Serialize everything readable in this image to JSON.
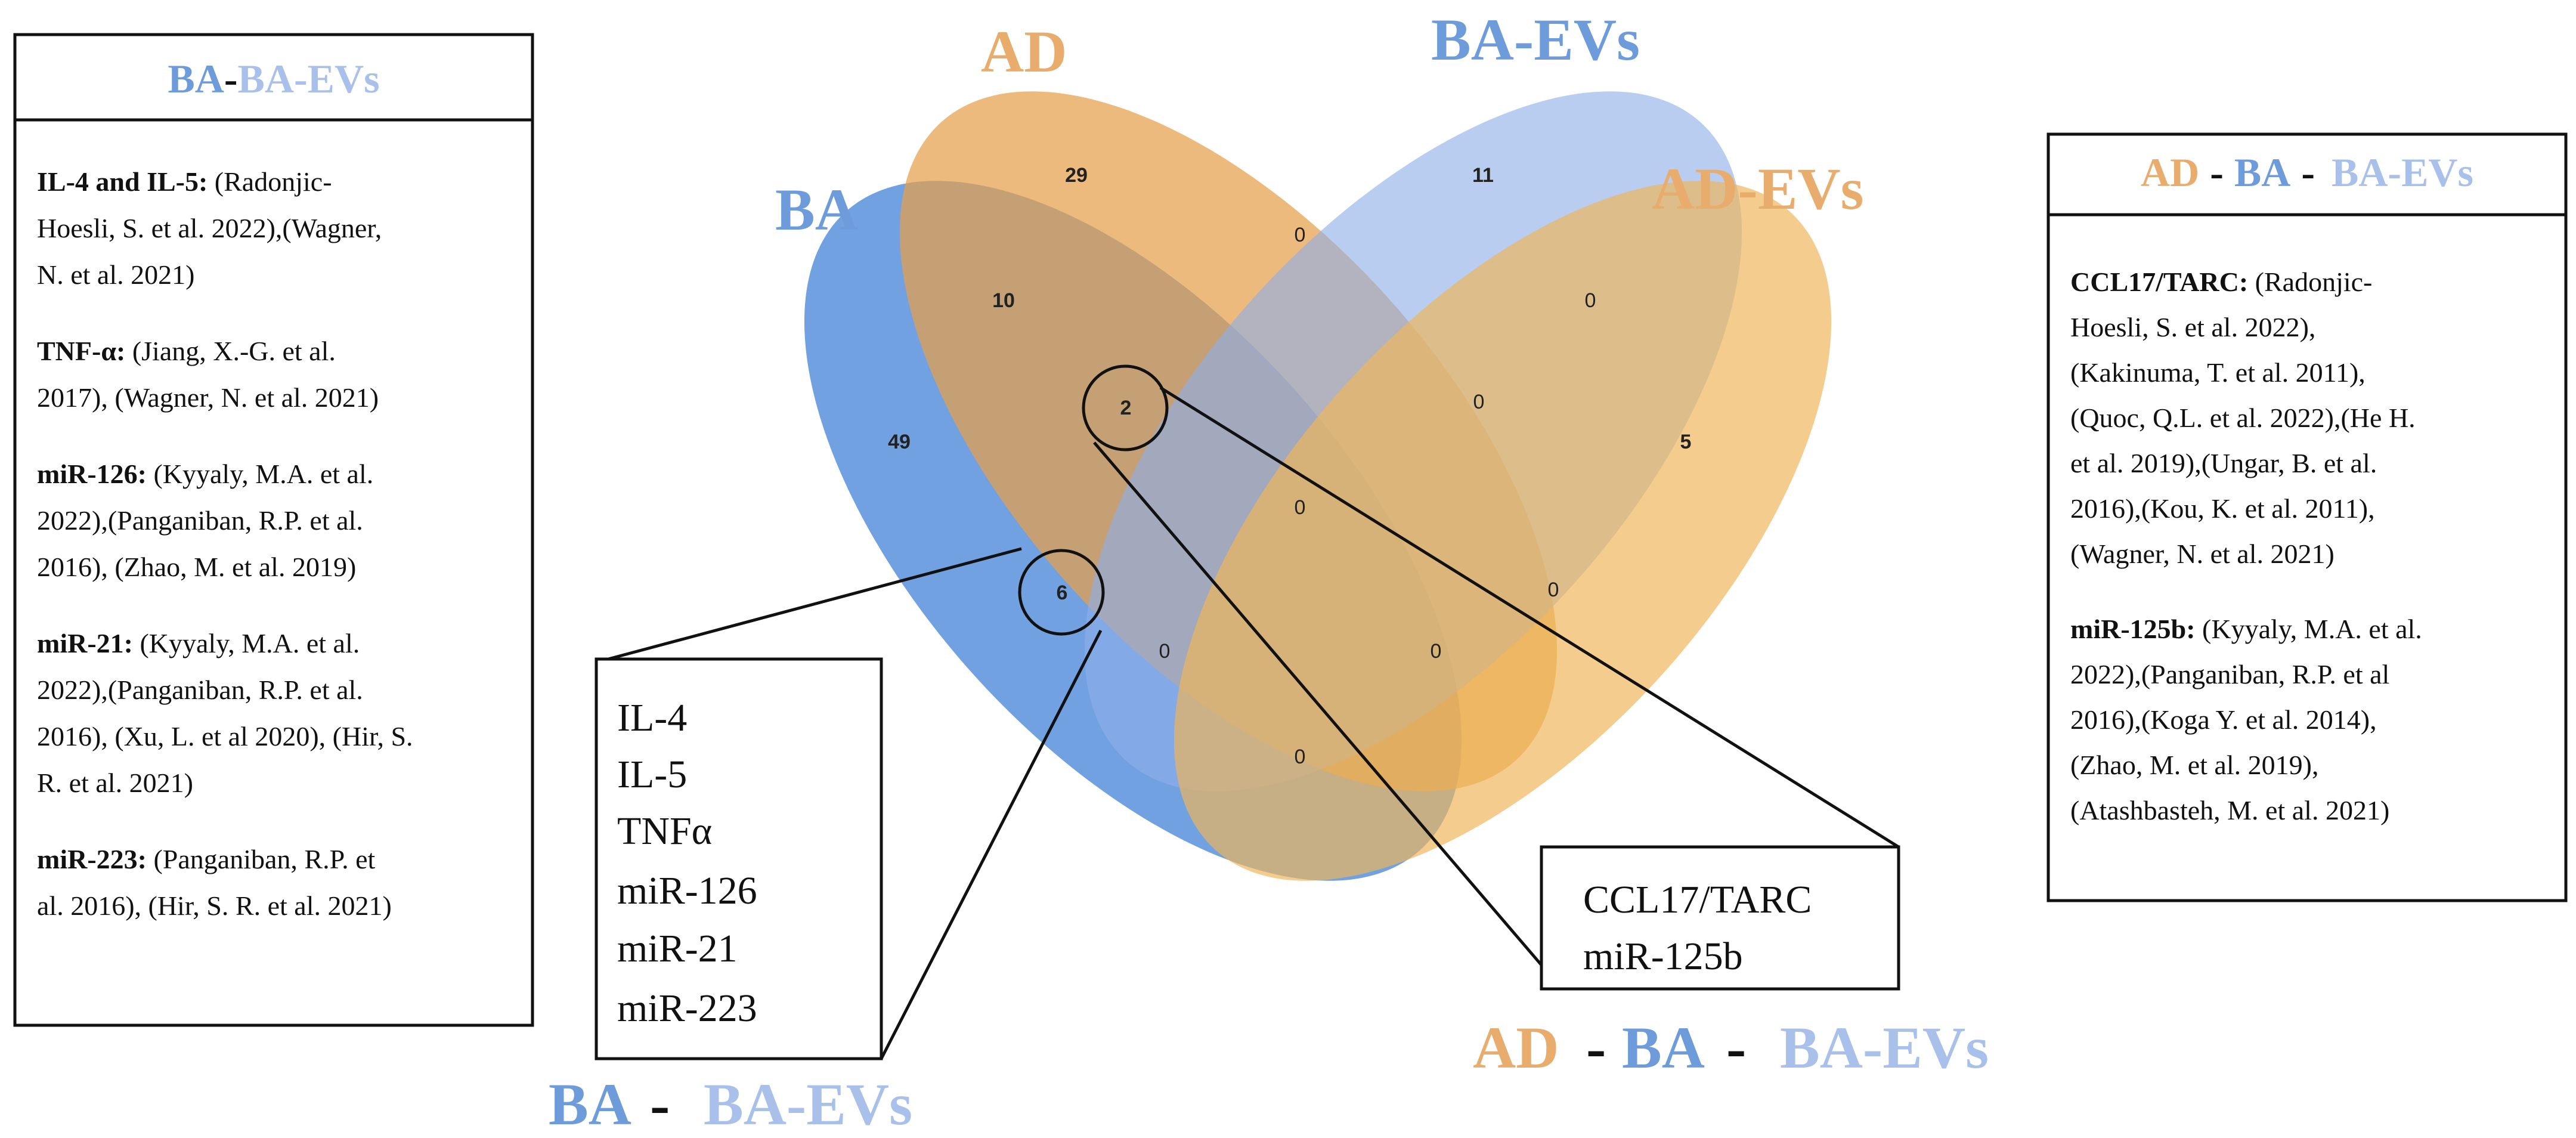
{
  "colors": {
    "BA": "#4a86d8",
    "AD": "#e4a04a",
    "BA_EVs": "#8eaee8",
    "AD_EVs": "#efb659",
    "BA_text": "#6e9cda",
    "AD_text": "#e8ad6c",
    "BA_EVs_text": "#a9c0ea",
    "dash": "#111111"
  },
  "sets": {
    "BA": "BA",
    "AD": "AD",
    "BA_EVs": "BA-EVs",
    "AD_EVs": "AD-EVs"
  },
  "venn": {
    "ad_only": "29",
    "ba_evs_only": "11",
    "ba_ad": "10",
    "ad_ba_evs": "0",
    "ba_evs_ad_evs": "0",
    "ba_ad_ba_evs": "2",
    "ad_ba_evs_ad_evs": "0",
    "ba_only": "49",
    "ad_evs_only": "5",
    "all_four": "0",
    "ba_ba_evs": "6",
    "ad_ad_evs": "0",
    "ba_ba_evs_ad_evs": "0",
    "ad_ba_evs_ad_evs_low": "0",
    "ba_ad_evs": "0"
  },
  "callout_left": {
    "items": [
      "IL-4",
      "IL-5",
      "TNFα",
      "miR-126",
      "miR-21",
      "miR-223"
    ],
    "label_a": "BA",
    "dash": "-",
    "label_b": "BA-EVs"
  },
  "callout_right": {
    "items": [
      "CCL17/TARC",
      "miR-125b"
    ],
    "label_a": "AD",
    "dash1": "-",
    "label_b": "BA",
    "dash2": "-",
    "label_c": "BA-EVs"
  },
  "left_panel": {
    "header_a": "BA",
    "header_dash": "-",
    "header_b": "BA-EVs",
    "refs": [
      {
        "lines": [
          [
            "IL-4 and IL-5:",
            " (Radonjic-"
          ],
          [
            "",
            "Hoesli, S. et al. 2022),(Wagner,"
          ],
          [
            "",
            "N. et al. 2021)"
          ]
        ]
      },
      {
        "lines": [
          [
            "TNF-α:",
            " (Jiang, X.-G. et al."
          ],
          [
            "",
            "2017), (Wagner, N. et al. 2021)"
          ]
        ]
      },
      {
        "lines": [
          [
            "miR-126:",
            " (Kyyaly, M.A. et al."
          ],
          [
            "",
            "2022),(Panganiban, R.P. et al."
          ],
          [
            "",
            "2016), (Zhao, M. et al. 2019)"
          ]
        ]
      },
      {
        "lines": [
          [
            "miR-21:",
            " (Kyyaly, M.A. et al."
          ],
          [
            "",
            "2022),(Panganiban, R.P. et al."
          ],
          [
            "",
            "2016), (Xu, L. et al 2020), (Hir, S."
          ],
          [
            "",
            "R. et al. 2021)"
          ]
        ]
      },
      {
        "lines": [
          [
            "miR-223:",
            " (Panganiban, R.P. et"
          ],
          [
            "",
            "al. 2016), (Hir, S. R. et al. 2021)"
          ]
        ]
      }
    ]
  },
  "right_panel": {
    "header_a": "AD",
    "header_dash1": "-",
    "header_b": "BA",
    "header_dash2": "-",
    "header_c": "BA-EVs",
    "refs": [
      {
        "lines": [
          [
            "CCL17/TARC:",
            " (Radonjic-"
          ],
          [
            "",
            "Hoesli, S. et al. 2022),"
          ],
          [
            "",
            "(Kakinuma, T. et al. 2011),"
          ],
          [
            "",
            "(Quoc, Q.L. et al. 2022),(He H."
          ],
          [
            "",
            "et al. 2019),(Ungar, B. et al."
          ],
          [
            "",
            "2016),(Kou, K. et al. 2011),"
          ],
          [
            "",
            "(Wagner, N. et al. 2021)"
          ]
        ]
      },
      {
        "lines": [
          [
            "miR-125b:",
            "  (Kyyaly, M.A. et al."
          ],
          [
            "",
            "2022),(Panganiban, R.P. et al"
          ],
          [
            "",
            "2016),(Koga Y. et al. 2014),"
          ],
          [
            "",
            "(Zhao, M. et al. 2019),"
          ],
          [
            "",
            "(Atashbasteh, M. et al. 2021)"
          ]
        ]
      }
    ]
  }
}
